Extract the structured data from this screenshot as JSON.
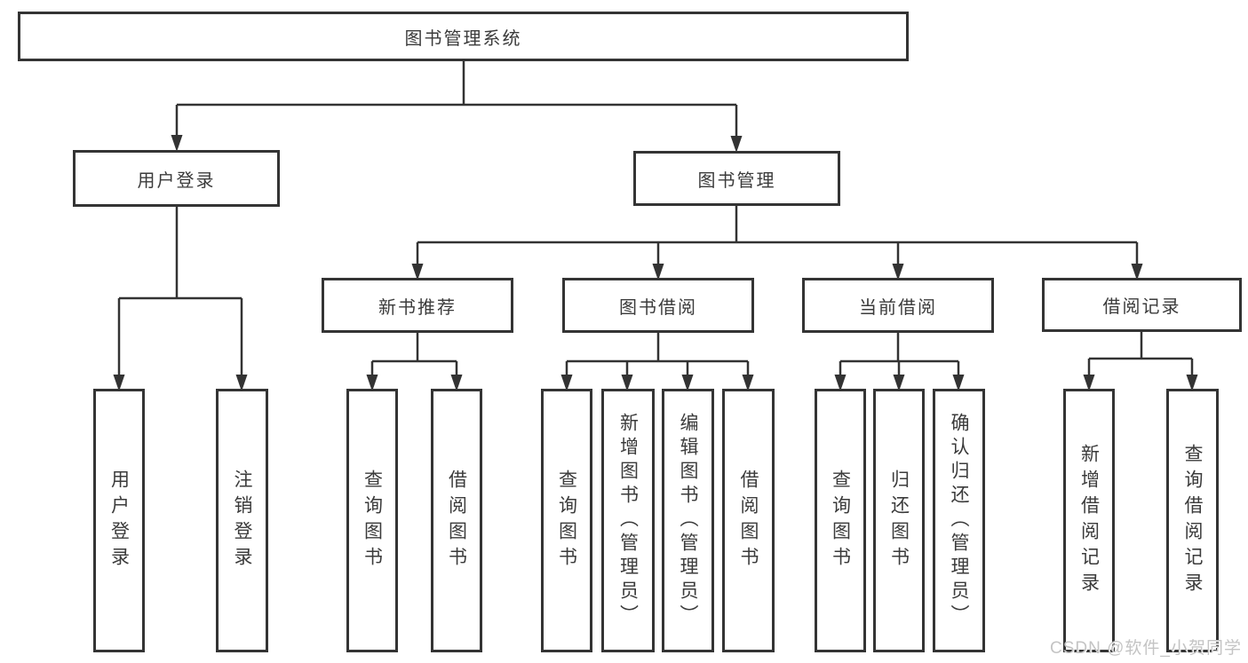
{
  "tree": {
    "label": "图书管理系统",
    "children": [
      {
        "label": "用户登录",
        "children": [
          {
            "label": "用户登录"
          },
          {
            "label": "注销登录"
          }
        ]
      },
      {
        "label": "图书管理",
        "children": [
          {
            "label": "新书推荐",
            "children": [
              {
                "label": "查询图书"
              },
              {
                "label": "借阅图书"
              }
            ]
          },
          {
            "label": "图书借阅",
            "children": [
              {
                "label": "查询图书"
              },
              {
                "label": "新增图书（管理员）"
              },
              {
                "label": "编辑图书（管理员）"
              },
              {
                "label": "借阅图书"
              }
            ]
          },
          {
            "label": "当前借阅",
            "children": [
              {
                "label": "查询图书"
              },
              {
                "label": "归还图书"
              },
              {
                "label": "确认归还（管理员）"
              }
            ]
          },
          {
            "label": "借阅记录",
            "children": [
              {
                "label": "新增借阅记录"
              },
              {
                "label": "查询借阅记录"
              }
            ]
          }
        ]
      }
    ]
  },
  "watermark": {
    "text": "CSDN @软件_小贺同学"
  },
  "colors": {
    "line": "#333333",
    "border": "#343434",
    "text": "#3b3b3b",
    "watermark": "#c4c4c4",
    "background": "#ffffff"
  }
}
